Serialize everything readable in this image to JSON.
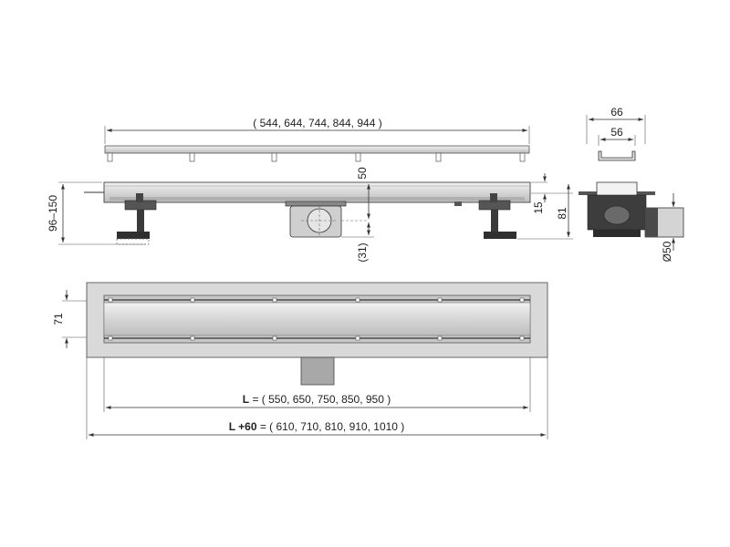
{
  "grate": {
    "length_label": "( 544, 644, 744, 844, 944 )"
  },
  "side_view": {
    "outlet_height_label": "50",
    "outlet_offset_label": "(31)",
    "foot_height_label": "96–150"
  },
  "top_view": {
    "width_label": "71",
    "length_L_prefix": "L",
    "length_L_values": " = ( 550, 650, 750, 850, 950 )",
    "length_L60_prefix": "L +60",
    "length_L60_values": " = ( 610, 710, 810, 910, 1010 )"
  },
  "cross_section": {
    "outer_width_label": "66",
    "inner_width_label": "56",
    "depth_small_label": "15",
    "total_height_label": "81",
    "outlet_diameter_label": "Ø50"
  },
  "colors": {
    "steel_light": "#e6e6e6",
    "steel_mid": "#c4c4c4",
    "steel_dark": "#8a8a8a",
    "plastic_dark": "#3a3a3a",
    "line": "#333333"
  }
}
